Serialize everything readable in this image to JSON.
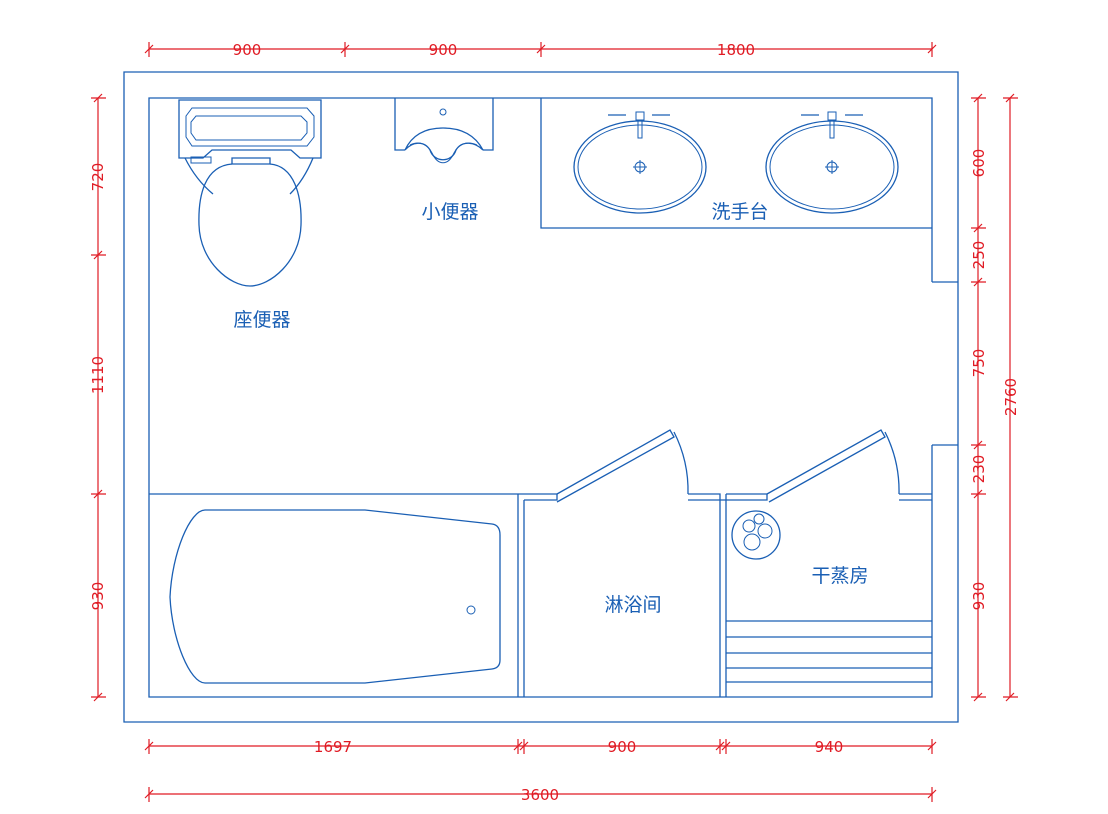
{
  "labels": {
    "toilet": "座便器",
    "urinal": "小便器",
    "washbasin": "洗手台",
    "shower": "淋浴间",
    "sauna": "干蒸房"
  },
  "dims": {
    "top_a": "900",
    "top_b": "900",
    "top_c": "1800",
    "left_a": "720",
    "left_b": "1110",
    "left_c": "930",
    "right_a": "600",
    "right_b": "250",
    "right_c": "750",
    "right_d": "230",
    "right_e": "930",
    "right_total": "2760",
    "bottom_a": "1697",
    "bottom_b": "900",
    "bottom_c": "940",
    "bottom_total": "3600"
  },
  "colors": {
    "plan_lines": "#1a5fb4",
    "dimension_lines": "#e01b24"
  }
}
